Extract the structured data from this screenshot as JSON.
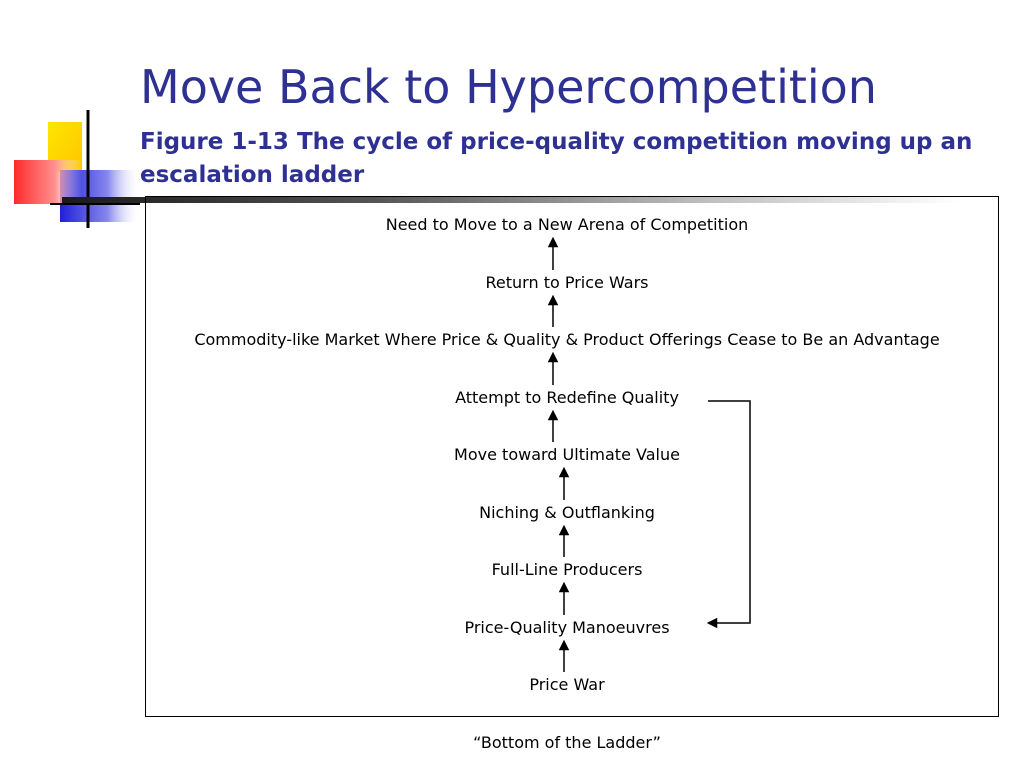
{
  "title": "Move Back to Hypercompetition",
  "subtitle": "Figure 1-13 The cycle of price-quality competition moving up an escalation ladder",
  "ladder": [
    "Need to Move to a New Arena of Competition",
    "Return to Price Wars",
    "Commodity-like Market Where Price & Quality & Product Offerings Cease to Be an Advantage",
    "Attempt to Redefine Quality",
    "Move toward Ultimate Value",
    "Niching & Outflanking",
    "Full-Line Producers",
    "Price-Quality Manoeuvres",
    "Price War"
  ],
  "footer": "“Bottom of the Ladder”",
  "colors": {
    "title": "#2e3192",
    "logo_yellow": "#ffd700",
    "logo_blue": "#2e2ee0",
    "logo_red": "#ff3333"
  }
}
